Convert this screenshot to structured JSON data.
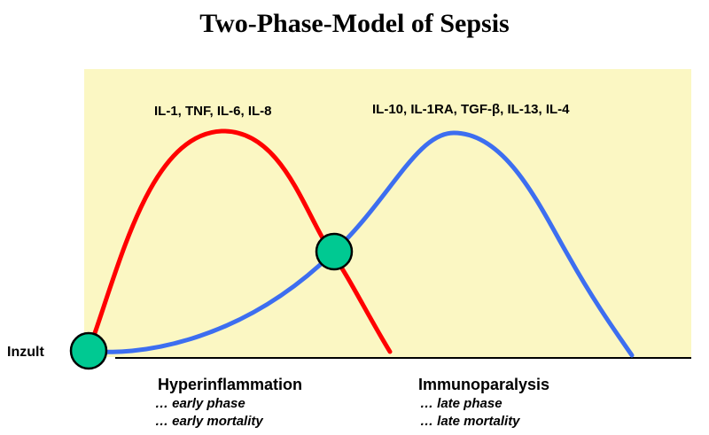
{
  "title": "Two-Phase-Model of Sepsis",
  "inzult_label": "Inzult",
  "cytokines": {
    "pro_inflammatory": "IL-1, TNF, IL-6, IL-8",
    "anti_inflammatory": "IL-10, IL-1RA, TGF-β, IL-13, IL-4"
  },
  "phases": {
    "early": {
      "heading": "Hyperinflammation",
      "line1": "… early phase",
      "line2": "… early mortality"
    },
    "late": {
      "heading": "Immunoparalysis",
      "line1": "… late phase",
      "line2": "… late mortality"
    }
  },
  "colors": {
    "panel_background": "#fbf7c3",
    "pro_inflammatory_curve": "#ff0000",
    "anti_inflammatory_curve": "#3d6ef0",
    "marker_fill": "#00c992",
    "marker_stroke": "#000000",
    "baseline": "#000000"
  }
}
